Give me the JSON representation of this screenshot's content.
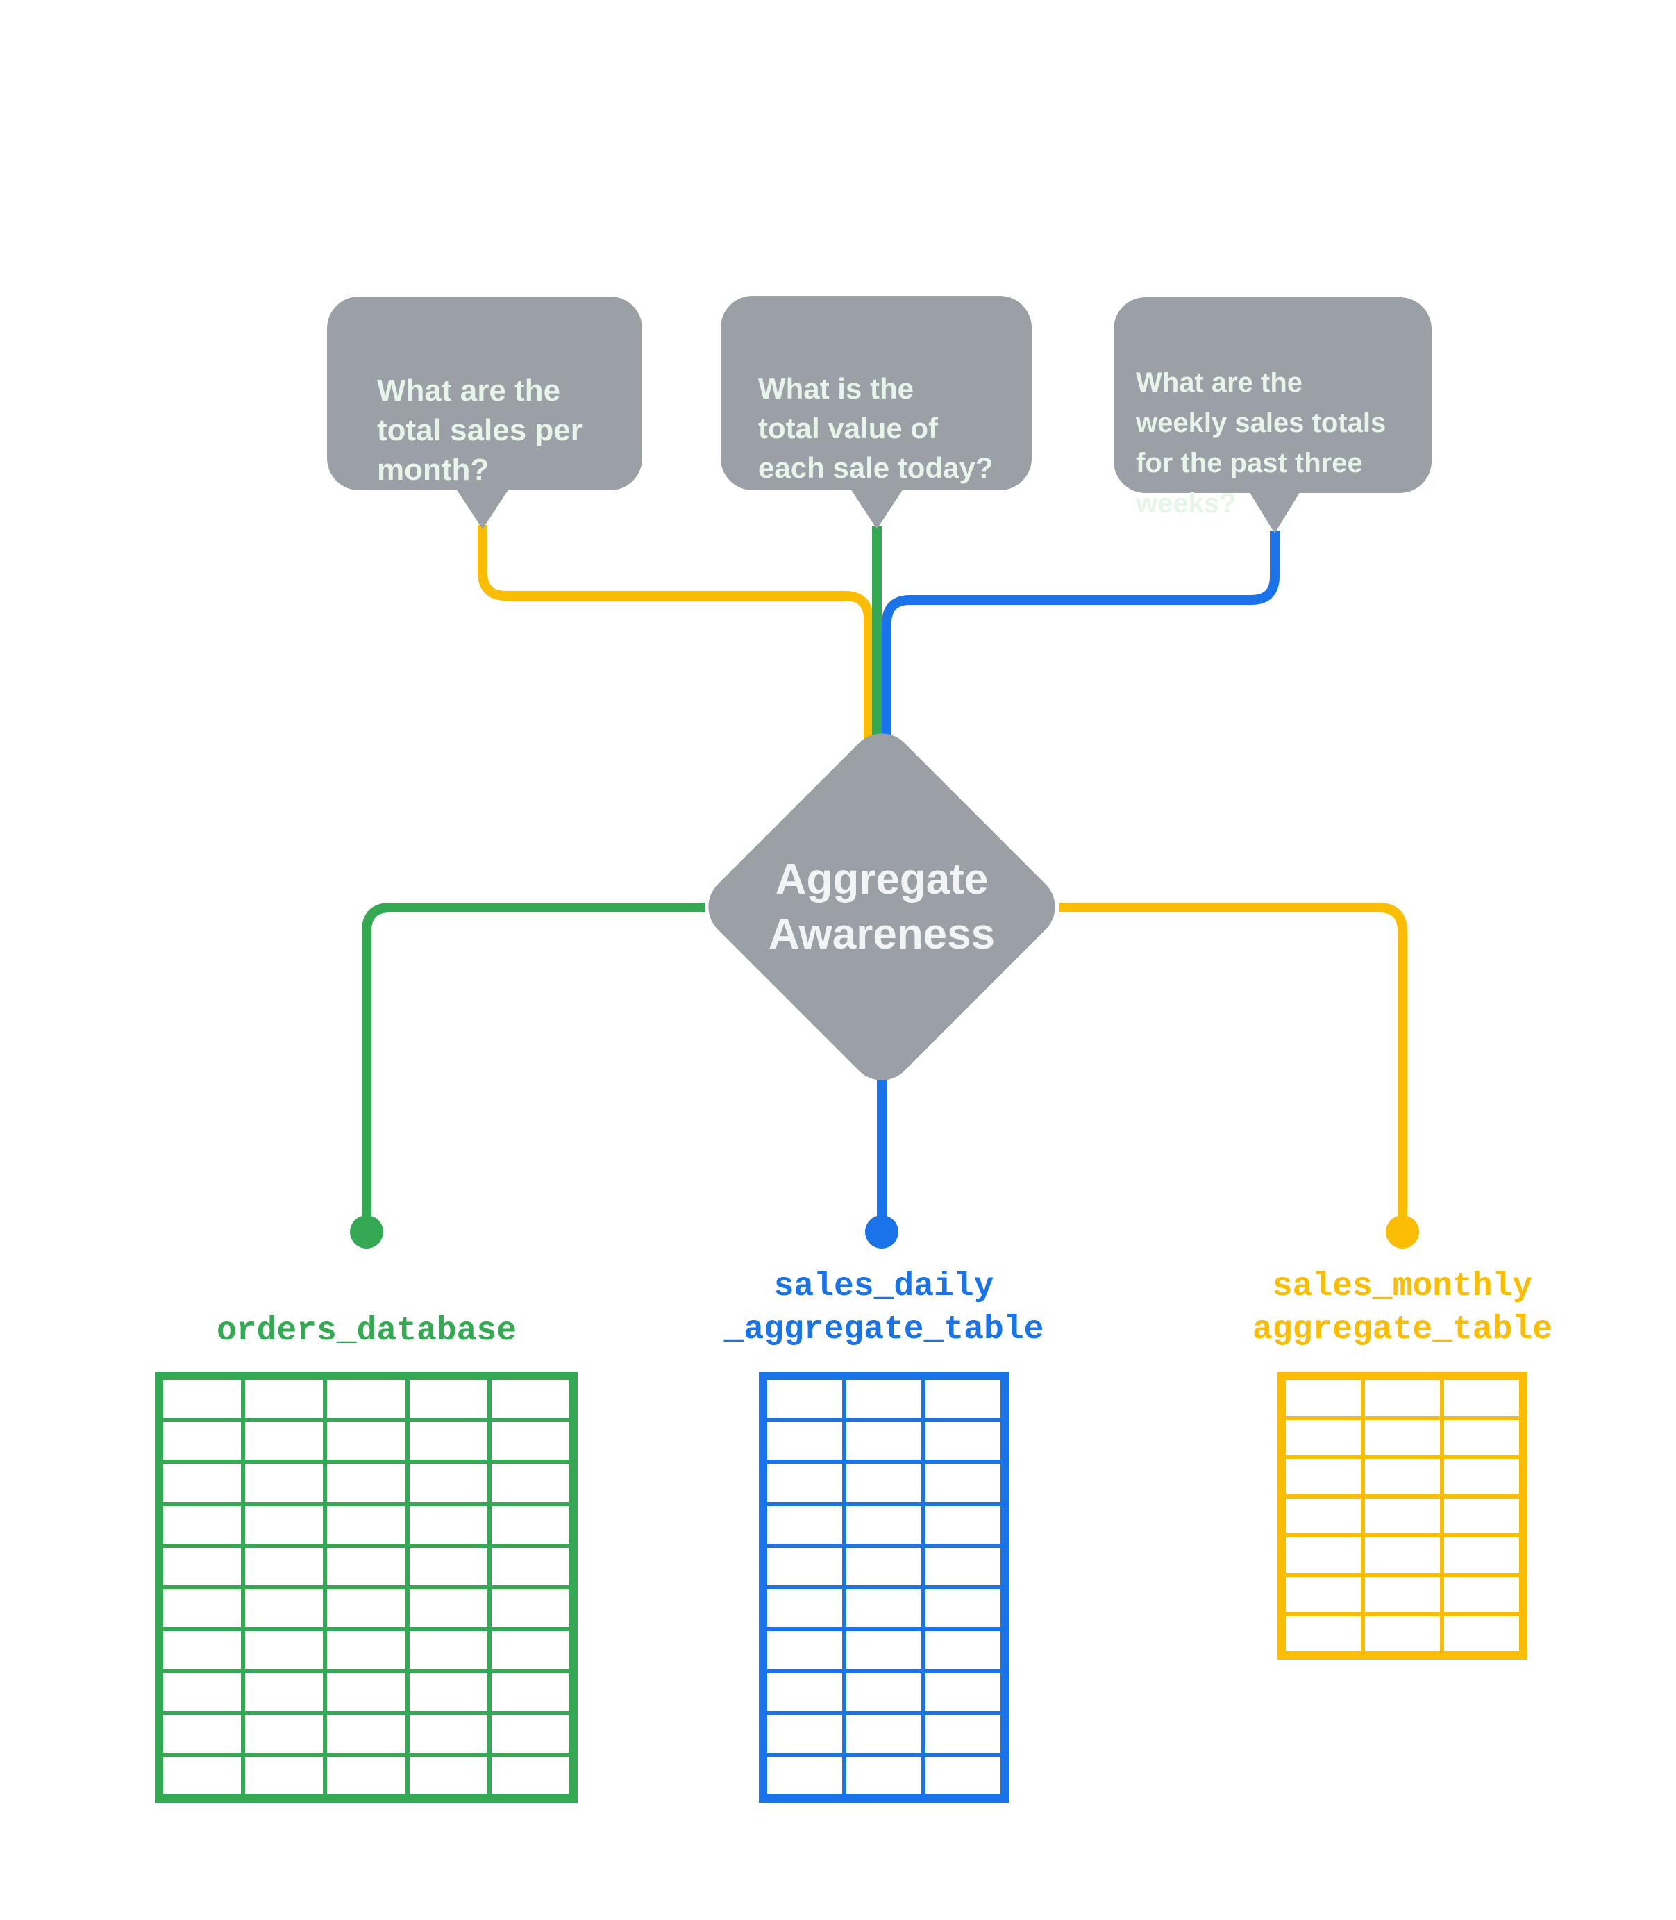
{
  "diagram": {
    "title": "Aggregate Awareness",
    "questions": [
      {
        "id": "total-sales-per-month",
        "text": "What are the\ntotal sales per\nmonth?",
        "connector_color": "#FBBC04"
      },
      {
        "id": "total-value-each-sale-today",
        "text": "What is the\ntotal value of\neach sale today?",
        "connector_color": "#34A853"
      },
      {
        "id": "weekly-sales-totals-past-three-weeks",
        "text": "What are the\nweekly sales totals\nfor the past three\nweeks?",
        "connector_color": "#1A73E8"
      }
    ],
    "hub": {
      "label": "Aggregate\nAwareness"
    },
    "targets": [
      {
        "id": "orders-database",
        "label": "orders_database",
        "color": "#34A853",
        "grid": {
          "rows": 10,
          "cols": 5
        }
      },
      {
        "id": "sales-daily-aggregate-table",
        "label": "sales_daily\n_aggregate_table",
        "color": "#1A73E8",
        "grid": {
          "rows": 10,
          "cols": 3
        }
      },
      {
        "id": "sales-monthly-aggregate-table",
        "label": "sales_monthly\naggregate_table",
        "color": "#FBBC04",
        "grid": {
          "rows": 7,
          "cols": 3
        }
      }
    ],
    "colors": {
      "gray": "#9AA0A6",
      "bubble_text": "#E6F4EA",
      "hub_text": "#F1F3F4",
      "green": "#34A853",
      "blue": "#1A73E8",
      "yellow": "#FBBC04",
      "background": "#FFFFFF"
    }
  }
}
